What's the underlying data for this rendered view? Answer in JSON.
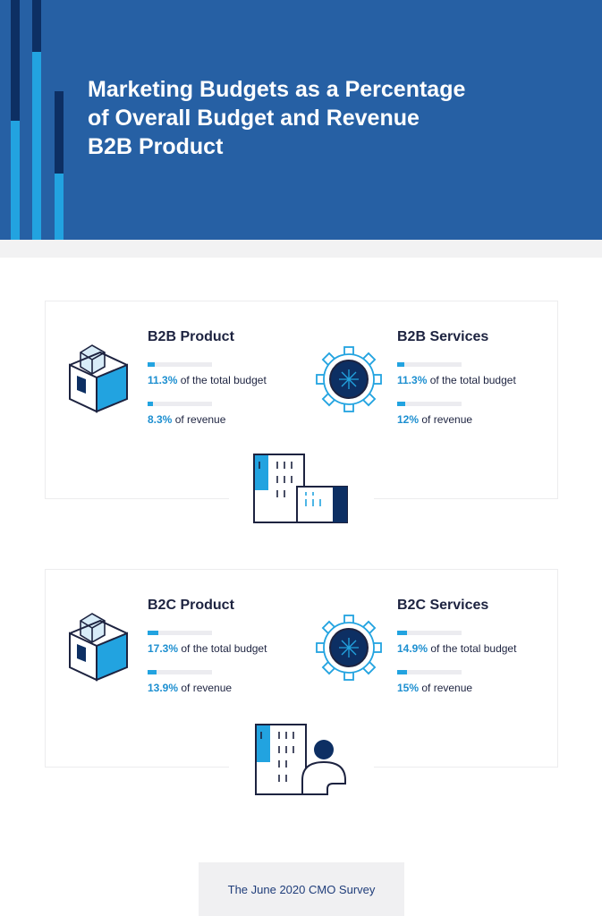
{
  "header": {
    "title_lines": [
      "Marketing Budgets as a Percentage",
      "of Overall Budget and Revenue",
      "B2B Product"
    ],
    "colors": {
      "background": "#2660a4",
      "bar_dark": "#0d2f63",
      "bar_light": "#22a3e0"
    }
  },
  "sections": [
    {
      "icon": "buildings-icon",
      "items": [
        {
          "label": "B2B Product",
          "icon": "box-icon",
          "stats": [
            {
              "value": "11.3%",
              "text": " of the total budget",
              "percent": 11.3
            },
            {
              "value": "8.3%",
              "text": " of revenue",
              "percent": 8.3
            }
          ]
        },
        {
          "label": "B2B Services",
          "icon": "gear-icon",
          "stats": [
            {
              "value": "11.3%",
              "text": " of the total budget",
              "percent": 11.3
            },
            {
              "value": "12%",
              "text": " of revenue",
              "percent": 12
            }
          ]
        }
      ]
    },
    {
      "icon": "building-person-icon",
      "items": [
        {
          "label": "B2C Product",
          "icon": "box-icon",
          "stats": [
            {
              "value": "17.3%",
              "text": " of the total budget",
              "percent": 17.3
            },
            {
              "value": "13.9%",
              "text": " of revenue",
              "percent": 13.9
            }
          ]
        },
        {
          "label": "B2C Services",
          "icon": "gear-icon",
          "stats": [
            {
              "value": "14.9%",
              "text": " of the total budget",
              "percent": 14.9
            },
            {
              "value": "15%",
              "text": " of revenue",
              "percent": 15
            }
          ]
        }
      ]
    }
  ],
  "footer": {
    "text": "The June 2020 CMO Survey"
  },
  "colors": {
    "accent": "#22a3e0",
    "navy": "#1d2340",
    "dark_blue": "#0d2f63",
    "mid_blue": "#2660a4"
  }
}
